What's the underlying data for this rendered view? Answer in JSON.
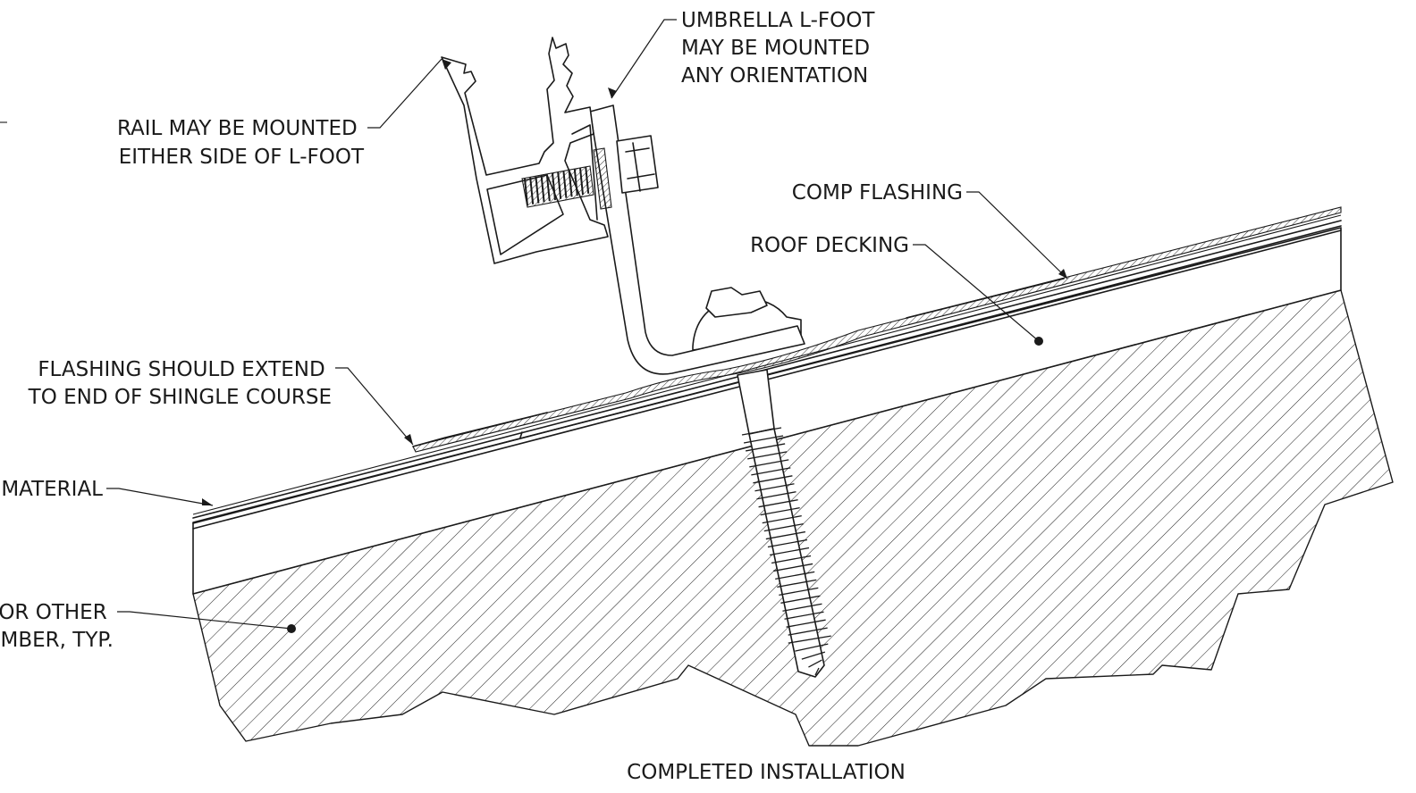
{
  "callouts": {
    "umbrella_lfoot": [
      "UMBRELLA L-FOOT",
      "MAY BE MOUNTED",
      "ANY ORIENTATION"
    ],
    "rail": [
      "RAIL MAY BE MOUNTED",
      "EITHER SIDE OF L-FOOT"
    ],
    "comp_flashing": [
      "COMP FLASHING"
    ],
    "roof_decking": [
      "ROOF DECKING"
    ],
    "flashing_extend": [
      "FLASHING SHOULD EXTEND",
      "TO END OF SHINGLE COURSE"
    ],
    "roofing_material": [
      "MATERIAL"
    ],
    "rafter": [
      "OR OTHER",
      "MBER, TYP."
    ]
  },
  "caption": "COMPLETED INSTALLATION",
  "colors": {
    "line": "#1a1a1a",
    "background": "#ffffff"
  }
}
